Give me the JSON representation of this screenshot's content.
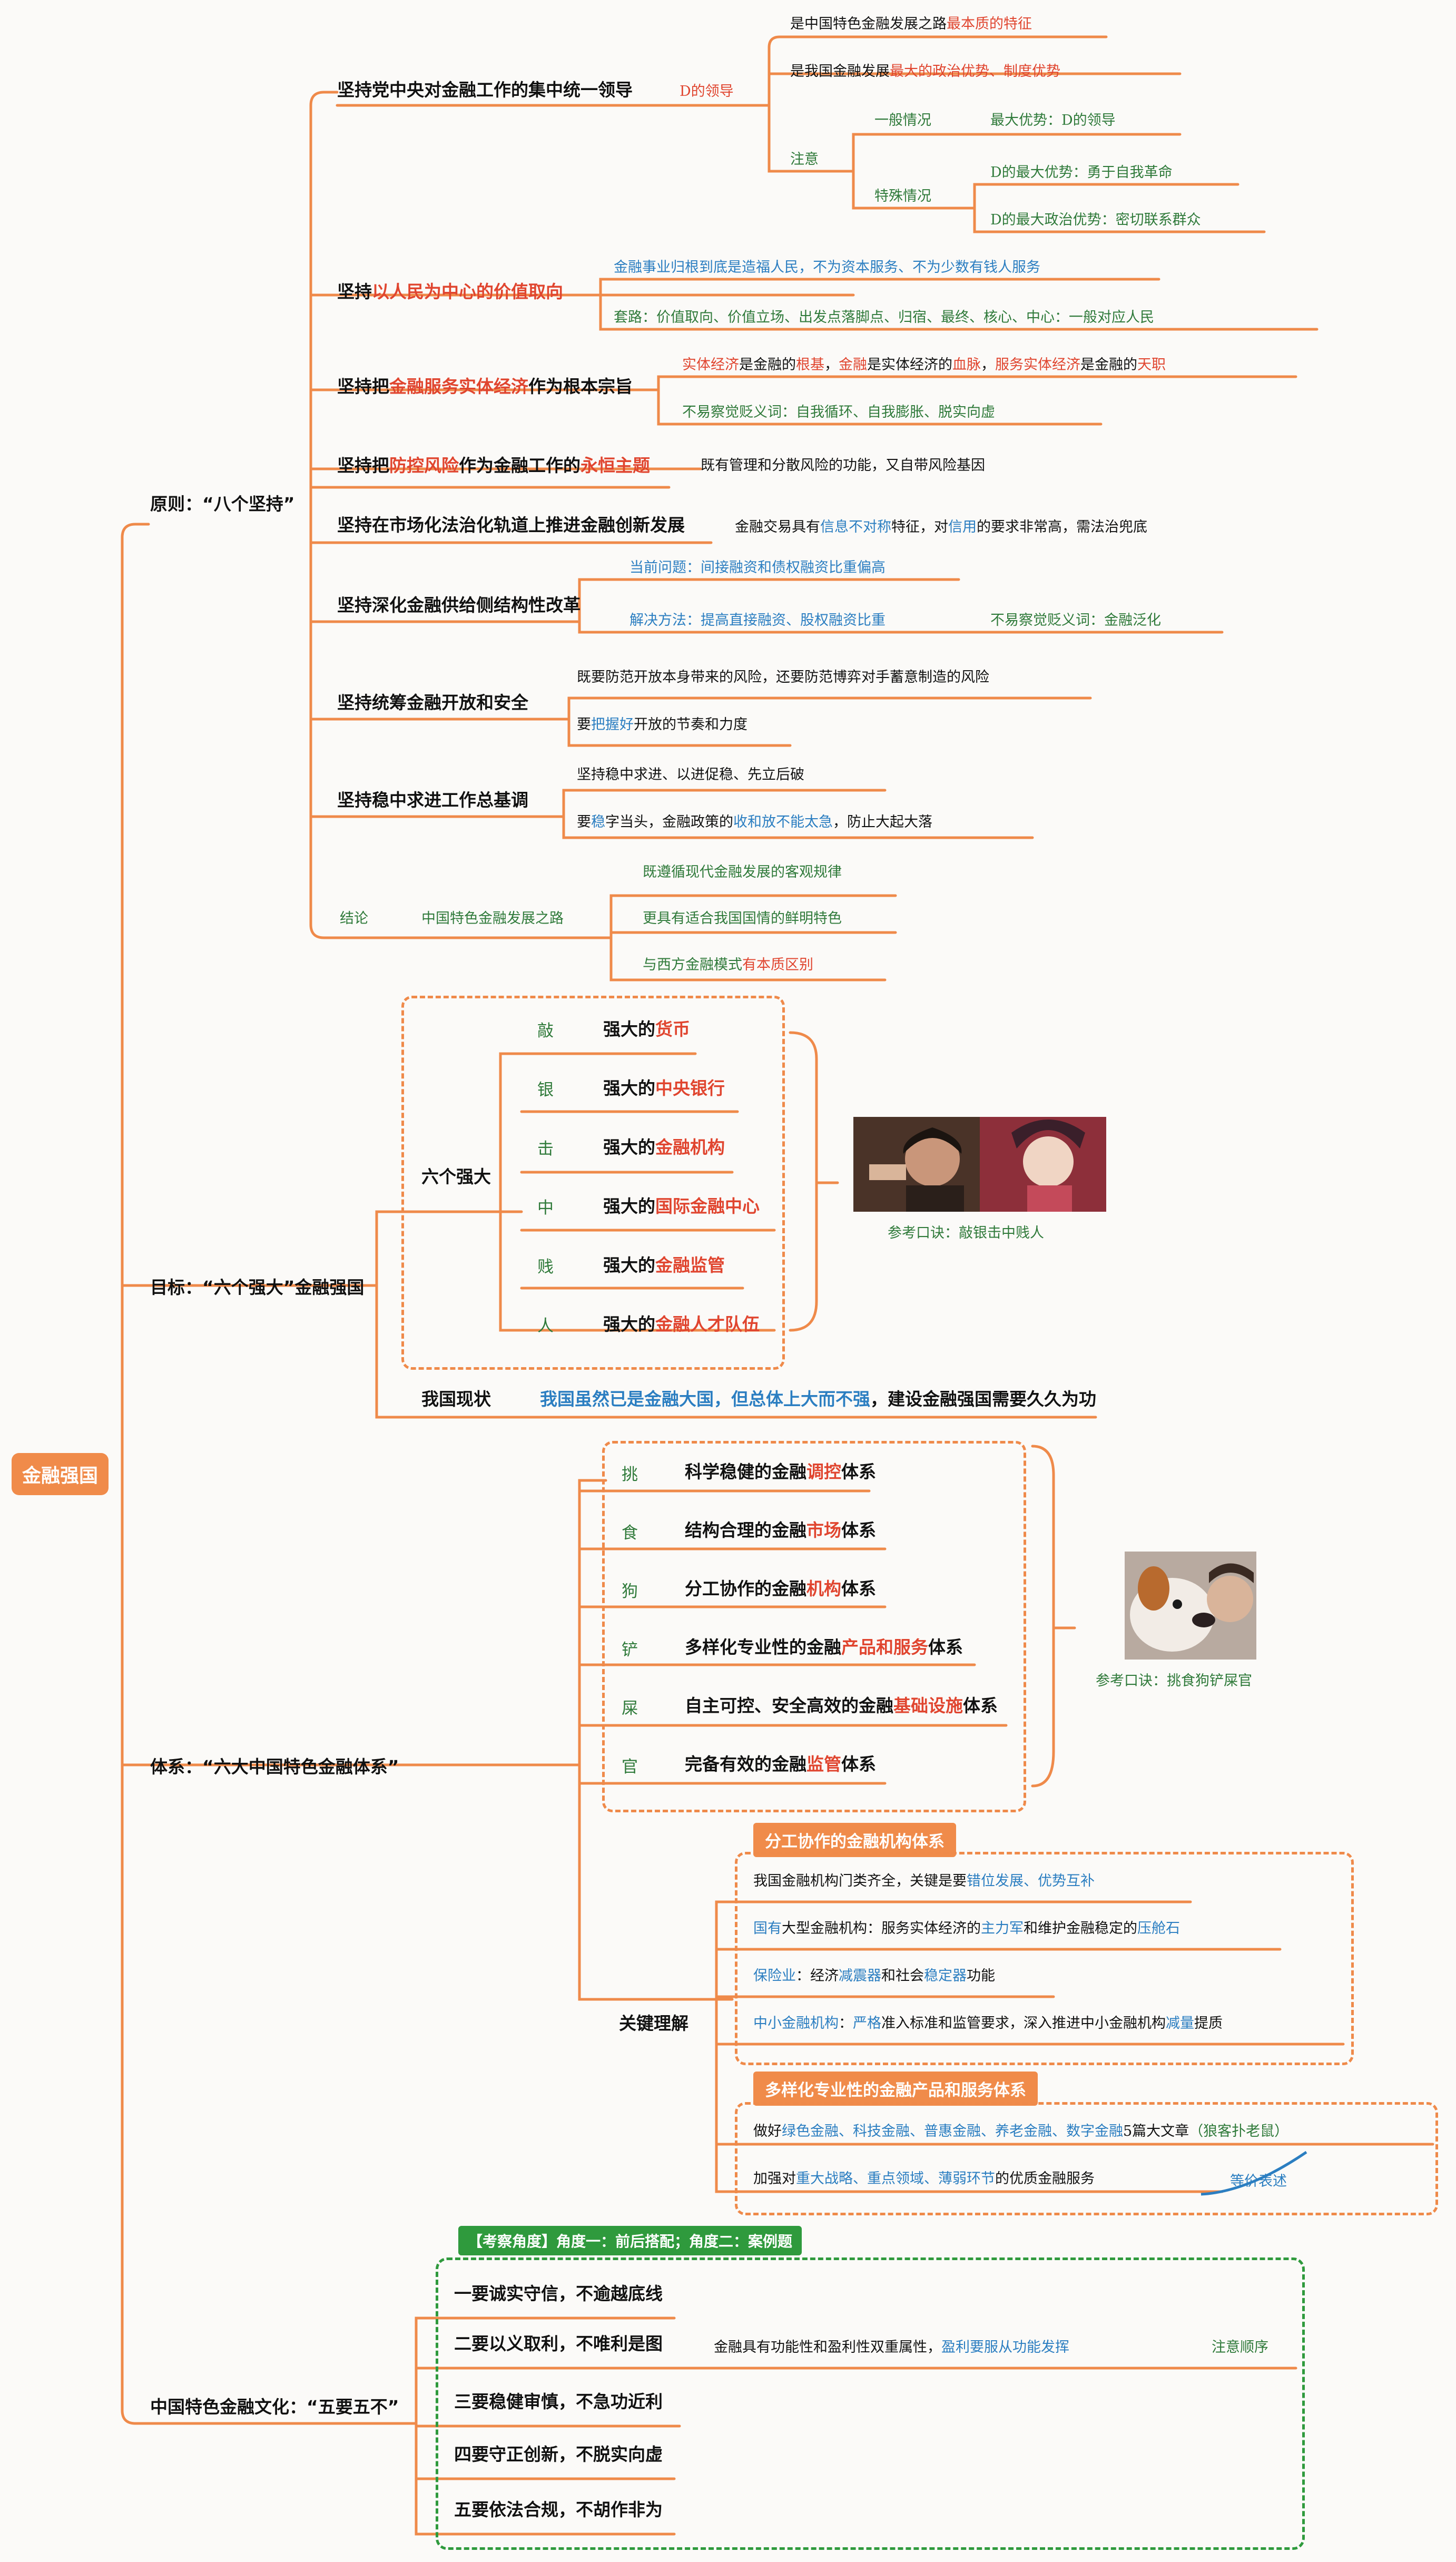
{
  "root": "金融强国",
  "principles": {
    "title": "原则：“八个坚持”",
    "items": [
      {
        "label": "坚持党中央对金融工作的集中统一领导",
        "key": "D的领导",
        "sub": [
          [
            "是中国特色金融发展之路",
            "最本质的特征"
          ],
          [
            "是我国金融发展",
            "最大的政治优势、制度优势"
          ]
        ],
        "note": {
          "label": "注意",
          "general": "一般情况",
          "general_v": "最大优势：D的领导",
          "special": "特殊情况",
          "special_1": "D的最大优势：勇于自我革命",
          "special_2": "D的最大政治优势：密切联系群众"
        }
      },
      {
        "label_a": "坚持",
        "label_b": "以人民为中心的价值取向",
        "sub1": "金融事业归根到底是造福人民，不为资本服务、不为少数有钱人服务",
        "sub2": "套路：价值取向、价值立场、出发点落脚点、归宿、最终、核心、中心：一般对应人民"
      },
      {
        "label_a": "坚持把",
        "label_b": "金融服务实体经济",
        "label_c": "作为根本宗旨",
        "s1": [
          "实体经济",
          "是金融的",
          "根基",
          "，",
          "金融",
          "是实体经济的",
          "血脉",
          "，",
          "服务实体经济",
          "是金融的",
          "天职"
        ],
        "sub2": "不易察觉贬义词：自我循环、自我膨胀、脱实向虚"
      },
      {
        "label_a": "坚持把",
        "label_b": "防控风险",
        "label_c": "作为金融工作的",
        "label_d": "永恒主题",
        "sub": "既有管理和分散风险的功能，又自带风险基因"
      },
      {
        "label": "坚持在市场化法治化轨道上推进金融创新发展",
        "s": [
          "金融交易具有",
          "信息不对称",
          "特征，对",
          "信用",
          "的要求非常高，需法治兜底"
        ]
      },
      {
        "label": "坚持深化金融供给侧结构性改革",
        "sub1": "当前问题：间接融资和债权融资比重偏高",
        "sub2": "解决方法：提高直接融资、股权融资比重",
        "sub3": "不易察觉贬义词：金融泛化"
      },
      {
        "label": "坚持统筹金融开放和安全",
        "sub1": "既要防范开放本身带来的风险，还要防范博弈对手蓄意制造的风险",
        "sub2": [
          "要",
          "把握好",
          "开放的节奏和力度"
        ]
      },
      {
        "label": "坚持稳中求进工作总基调",
        "sub1": "坚持稳中求进、以进促稳、先立后破",
        "sub2": [
          "要",
          "稳",
          "字当头，金融政策的",
          "收和放不能太急",
          "，防止大起大落"
        ]
      }
    ],
    "conclusion": {
      "label": "结论",
      "mid": "中国特色金融发展之路",
      "s1": "既遵循现代金融发展的客观规律",
      "s2": "更具有适合我国国情的鲜明特色",
      "s3a": "与西方金融模式",
      "s3b": "有本质区别"
    }
  },
  "goals": {
    "title": "目标：“六个强大”金融强国",
    "six_label": "六个强大",
    "items": [
      {
        "mark": "敲",
        "a": "强大的",
        "b": "货币"
      },
      {
        "mark": "银",
        "a": "强大的",
        "b": "中央银行"
      },
      {
        "mark": "击",
        "a": "强大的",
        "b": "金融机构"
      },
      {
        "mark": "中",
        "a": "强大的",
        "b": "国际金融中心"
      },
      {
        "mark": "贱",
        "a": "强大的",
        "b": "金融监管"
      },
      {
        "mark": "人",
        "a": "强大的",
        "b": "金融人才队伍"
      }
    ],
    "mnemonic": "参考口诀：敲银击中贱人",
    "status_label": "我国现状",
    "status_a": "我国虽然已是金融大国，但总体上大而不强",
    "status_b": "，建设金融强国需要久久为功"
  },
  "systems": {
    "title": "体系：“六大中国特色金融体系”",
    "items": [
      {
        "mark": "挑",
        "a": "科学稳健的金融",
        "b": "调控",
        "c": "体系"
      },
      {
        "mark": "食",
        "a": "结构合理的金融",
        "b": "市场",
        "c": "体系"
      },
      {
        "mark": "狗",
        "a": "分工协作的金融",
        "b": "机构",
        "c": "体系"
      },
      {
        "mark": "铲",
        "a": "多样化专业性的金融",
        "b": "产品和服务",
        "c": "体系"
      },
      {
        "mark": "屎",
        "a": "自主可控、安全高效的金融",
        "b": "基础设施",
        "c": "体系"
      },
      {
        "mark": "官",
        "a": "完备有效的金融",
        "b": "监管",
        "c": "体系"
      }
    ],
    "mnemonic": "参考口诀：挑食狗铲屎官",
    "key_label": "关键理解",
    "inst": {
      "tag": "分工协作的金融机构体系",
      "l1": [
        "我国金融机构门类齐全，关键是要",
        "错位发展、优势互补"
      ],
      "l2": [
        "国有",
        "大型金融机构：服务实体经济的",
        "主力军",
        "和维护金融稳定的",
        "压舱石"
      ],
      "l3": [
        "保险业",
        "：经济",
        "减震器",
        "和社会",
        "稳定器",
        "功能"
      ],
      "l4": [
        "中小金融机构",
        "：",
        "严格",
        "准入标准和监管要求，深入推进中小金融机构",
        "减量",
        "提质"
      ]
    },
    "prod": {
      "tag": "多样化专业性的金融产品和服务体系",
      "l1": [
        "做好",
        "绿色金融、科技金融、普惠金融、养老金融、数字金融",
        "5篇大文章",
        "（狼客扑老鼠）"
      ],
      "l2": [
        "加强对",
        "重大战略、重点领域、薄弱环节",
        "的优质金融服务"
      ],
      "note": "等价表述"
    }
  },
  "culture": {
    "title": "中国特色金融文化：“五要五不”",
    "tag": "【考察角度】角度一：前后搭配；角度二：案例题",
    "items": [
      "一要诚实守信，不逾越底线",
      "二要以义取利，不唯利是图",
      "三要稳健审慎，不急功近利",
      "四要守正创新，不脱实向虚",
      "五要依法合规，不胡作非为"
    ],
    "note_a": "金融具有功能性和盈利性双重属性，",
    "note_b": "盈利要服从功能发挥",
    "note_c": "注意顺序"
  }
}
